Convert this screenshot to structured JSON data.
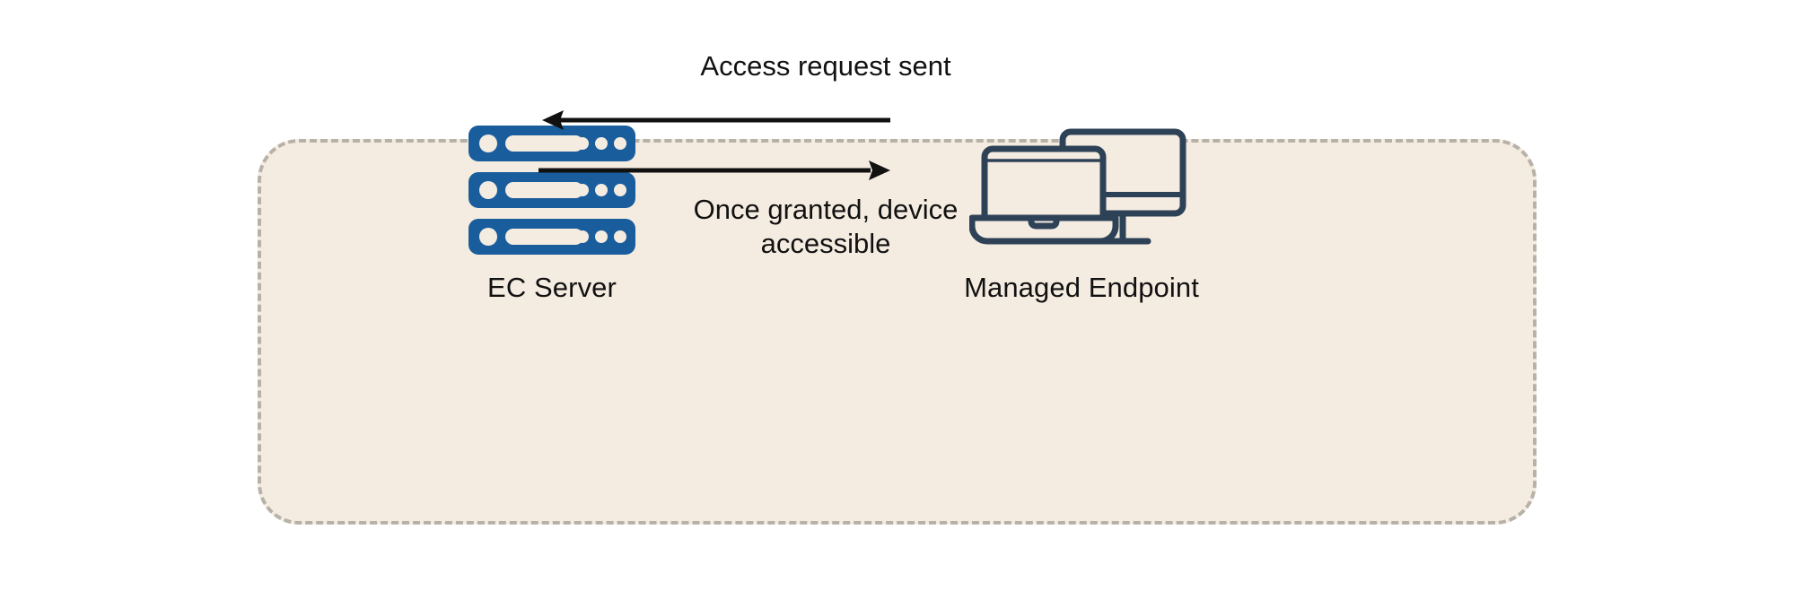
{
  "diagram": {
    "title_present": false,
    "panel": {
      "fill": "#f5ece1",
      "border_color": "#b7b1a8",
      "border_style": "dashed"
    },
    "nodes": [
      {
        "id": "ec-server",
        "label": "EC Server",
        "icon": "server-stack-icon",
        "icon_color": "#1a5d9c",
        "position": "left"
      },
      {
        "id": "managed-endpoint",
        "label": "Managed Endpoint",
        "icon": "laptop-and-monitor-icon",
        "icon_color": "#2e4257",
        "position": "right"
      }
    ],
    "flows": [
      {
        "id": "access-request",
        "caption": "Access request sent",
        "direction": "right-to-left",
        "arrow_color": "#111111"
      },
      {
        "id": "device-access-granted",
        "caption_line1": "Once granted, device",
        "caption_line2": "accessible",
        "direction": "left-to-right",
        "arrow_color": "#111111"
      }
    ]
  }
}
